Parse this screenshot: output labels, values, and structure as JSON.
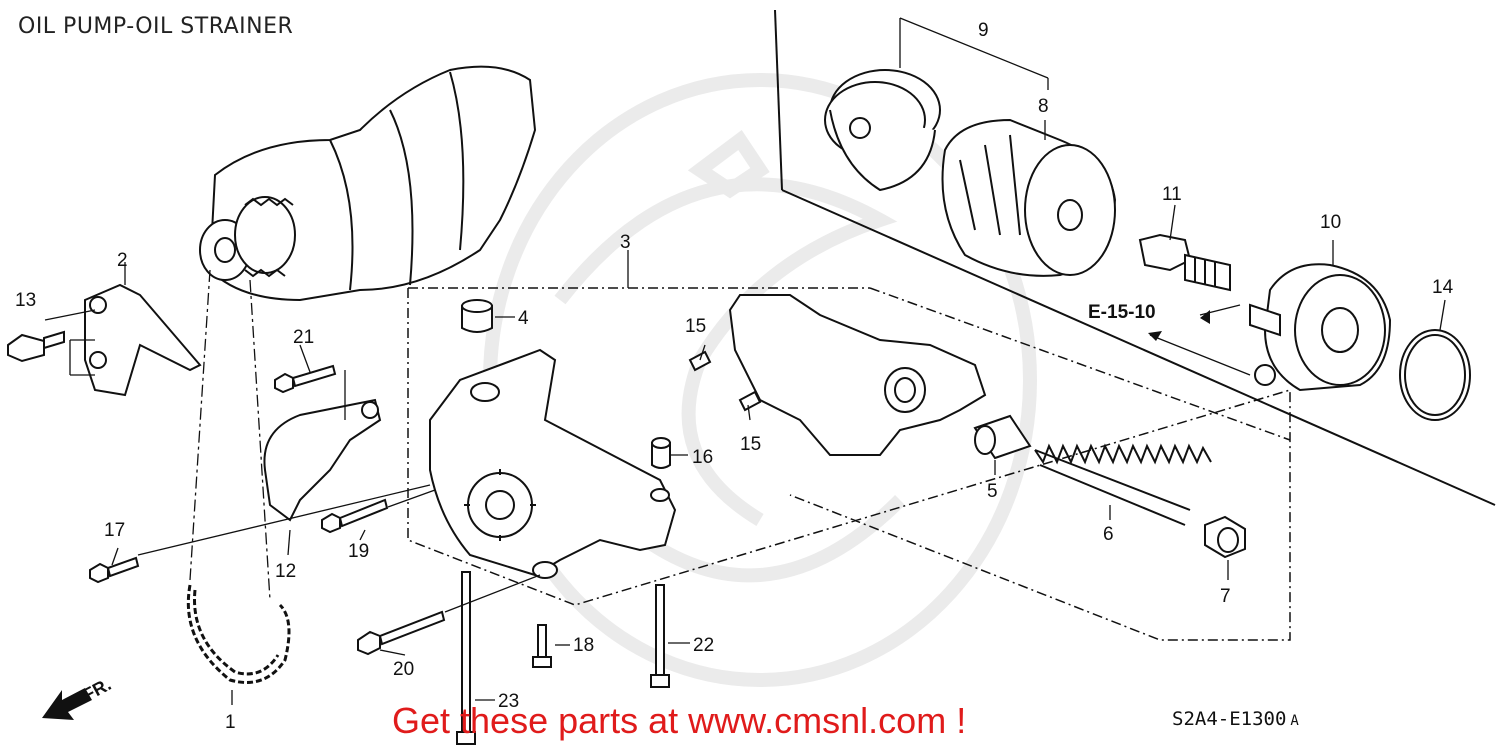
{
  "title": "OIL PUMP-OIL STRAINER",
  "diagram_code": "S2A4-E1300",
  "code_suffix": "A",
  "reference": "E-15-10",
  "front_marker": "FR.",
  "banner": "Get these parts at www.cmsnl.com !",
  "watermark_color": "#e9e9e9",
  "banner_color": "#e01b1b",
  "callouts": [
    "1",
    "2",
    "3",
    "4",
    "5",
    "6",
    "7",
    "8",
    "9",
    "10",
    "11",
    "12",
    "13",
    "14",
    "15",
    "15",
    "16",
    "17",
    "18",
    "19",
    "20",
    "21",
    "22",
    "23"
  ]
}
